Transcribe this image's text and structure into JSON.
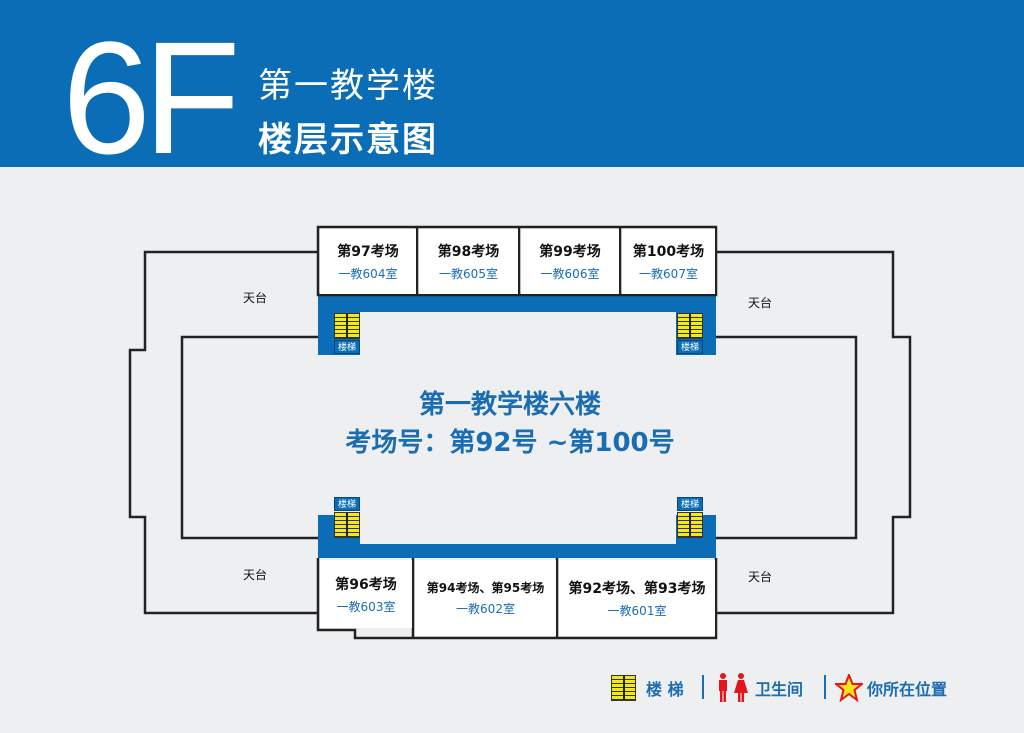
{
  "header": {
    "floor": "6F",
    "building": "第一教学楼",
    "subtitle": "楼层示意图"
  },
  "top_rooms": [
    {
      "name": "第97考场",
      "room": "一教604室"
    },
    {
      "name": "第98考场",
      "room": "一教605室"
    },
    {
      "name": "第99考场",
      "room": "一教606室"
    },
    {
      "name": "第100考场",
      "room": "一教607室"
    }
  ],
  "bottom_rooms": [
    {
      "name": "第96考场",
      "room": "一教603室"
    },
    {
      "name": "第94考场、第95考场",
      "room": "一教602室"
    },
    {
      "name": "第92考场、第93考场",
      "room": "一教601室"
    }
  ],
  "terrace": "天台",
  "stairs": "楼梯",
  "center": {
    "line1": "第一教学楼六楼",
    "line2": "考场号：第92号 ~第100号"
  },
  "legend": {
    "stairs": "楼 梯",
    "toilet": "卫生间",
    "you_are_here": "你所在位置"
  },
  "colors": {
    "header": "#0a6db5",
    "text_blue": "#1b6db3",
    "stairs": "#f3e81a"
  }
}
